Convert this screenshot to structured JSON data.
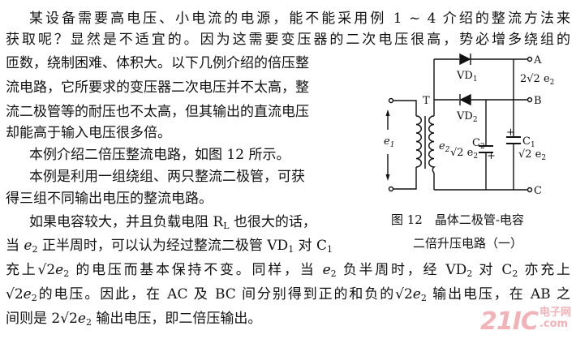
{
  "body_lines": [
    [
      [
        "某设备需要高电压、小电流的电源，能不能采用例 1 ~ 4 介绍的整流方法来",
        ""
      ]
    ],
    [
      [
        "获取呢？显然是不适宜的。因为这需要变压器的二次电压很高，势必增多绕组的",
        ""
      ]
    ],
    [
      [
        "匝数，绕制困难、体积大。以下几例介绍的倍压整",
        ""
      ]
    ],
    [
      [
        "流电路，它所要求的变压器二次电压并不太高，整",
        ""
      ]
    ],
    [
      [
        "流二极管等的耐压也不太高，但其输出的直流电压",
        ""
      ]
    ],
    [
      [
        "却能高于输入电压很多倍。",
        ""
      ]
    ],
    [
      [
        "本例介绍二倍压整流电路，如图 12 所示。",
        ""
      ]
    ],
    [
      [
        "本例是利用一组绕组、两只整流二极管，可获",
        ""
      ]
    ],
    [
      [
        "得三组不同输出电压的整流电路。",
        ""
      ]
    ],
    [
      [
        "如果电容较大，并且负载电阻 R",
        ""
      ],
      [
        "L",
        "sub"
      ],
      [
        " 也很大的话，",
        ""
      ]
    ],
    [
      [
        "当 ",
        ""
      ],
      [
        "e",
        "i"
      ],
      [
        "2",
        "sub"
      ],
      [
        " 正半周时，可以认为经过整流二极管 VD",
        ""
      ],
      [
        "1",
        "sub"
      ],
      [
        " 对 C",
        ""
      ],
      [
        "1",
        "sub"
      ]
    ],
    [
      [
        "充上√2",
        ""
      ],
      [
        "e",
        "i"
      ],
      [
        "2",
        "sub"
      ],
      [
        " 的电压而基本保持不变。同样，当 ",
        ""
      ],
      [
        "e",
        "i"
      ],
      [
        "2",
        "sub"
      ],
      [
        " 负半周时，经 VD",
        ""
      ],
      [
        "2",
        "sub"
      ],
      [
        " 对 C",
        ""
      ],
      [
        "2",
        "sub"
      ],
      [
        " 亦充上",
        ""
      ]
    ],
    [
      [
        "√2",
        ""
      ],
      [
        "e",
        "i"
      ],
      [
        "2",
        "sub"
      ],
      [
        "的电压。因此，在 AC 及 BC 间分别得到正的和负的√2",
        ""
      ],
      [
        "e",
        "i"
      ],
      [
        "2",
        "sub"
      ],
      [
        " 输出电压，在 AB 之",
        ""
      ]
    ],
    [
      [
        "间则是 2√2",
        ""
      ],
      [
        "e",
        "i"
      ],
      [
        "2",
        "sub"
      ],
      [
        " 输出电压，即二倍压输出。",
        ""
      ]
    ]
  ],
  "figure": {
    "caption_line1": "图 12　晶体二极管-电容",
    "caption_line2": "二倍升压电路（一）",
    "labels": {
      "A": "A",
      "B": "B",
      "C": "C",
      "T": "T",
      "VD1": "VD",
      "VD1_sub": "1",
      "VD2": "VD",
      "VD2_sub": "2",
      "C1": "C",
      "C1_sub": "1",
      "C2": "C",
      "C2_sub": "2",
      "e1": "e",
      "e1_sub": "1",
      "e2": "e",
      "e2_sub": "2",
      "AB_voltage": "2√2 e",
      "AB_voltage_sub": "2",
      "C1_voltage": "√2 e",
      "C1_voltage_sub": "2",
      "C2_voltage": "√2 e",
      "C2_voltage_sub": "2",
      "plus": "+"
    }
  },
  "watermark": {
    "logo": "21IC",
    "top": "电子网",
    "bottom": ".com"
  }
}
